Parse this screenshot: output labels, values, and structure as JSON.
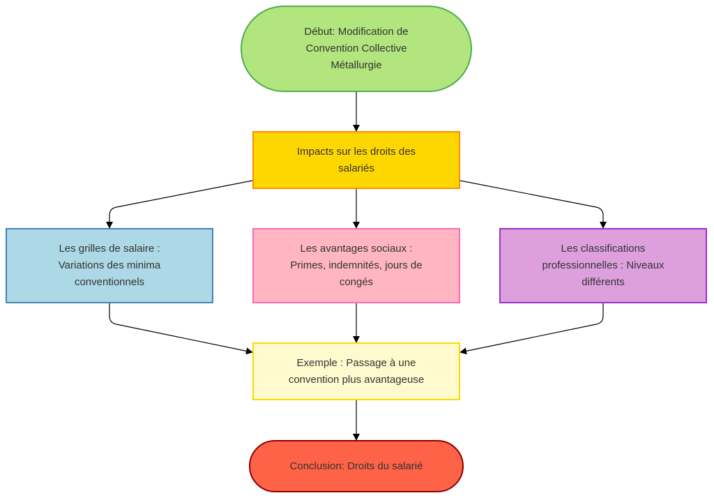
{
  "nodes": {
    "start": "Début: Modification de Convention Collective Métallurgie",
    "impacts": "Impacts sur les droits des salariés",
    "salaire": "Les grilles de salaire : Variations des minima conventionnels",
    "avantages": "Les avantages sociaux : Primes, indemnités, jours de congés",
    "classifications": "Les classifications professionnelles : Niveaux différents",
    "exemple": "Exemple : Passage à une convention plus avantageuse",
    "conclusion": "Conclusion: Droits du salarié"
  },
  "colors": {
    "start_fill": "#b2e57e",
    "impacts_fill": "#ffd700",
    "salaire_fill": "#add8e6",
    "avantages_fill": "#ffb6c1",
    "classif_fill": "#dda0dd",
    "exemple_fill": "#fffacd",
    "conclusion_fill": "#ff6347",
    "edge": "#000000"
  }
}
